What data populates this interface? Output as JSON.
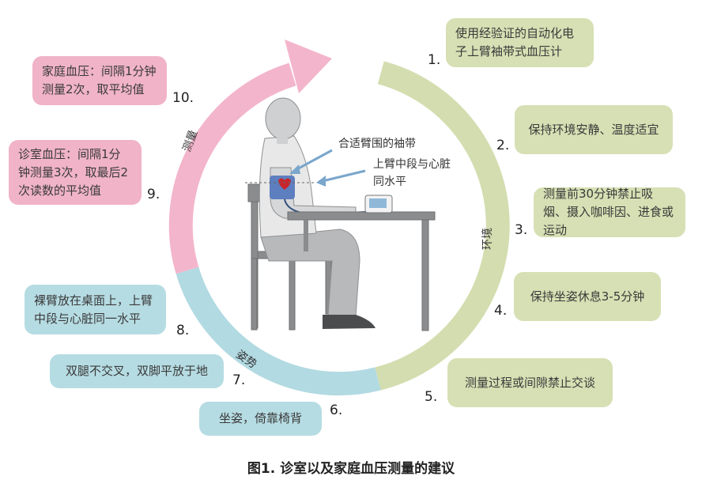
{
  "caption": "图1. 诊室以及家庭血压测量的建议",
  "colors": {
    "environment": "#d6e0b4",
    "posture": "#b6dce3",
    "measurement": "#f0b3c8",
    "ring_green": "#d3ddaf",
    "ring_blue": "#b2dae2",
    "ring_pink": "#f3b5cb"
  },
  "arc_labels": {
    "environment": "环境",
    "posture": "姿势",
    "measurement": "测量"
  },
  "steps": [
    {
      "num": "1.",
      "text": "使用经验证的自动化电子上臂袖带式血压计",
      "group": "environment"
    },
    {
      "num": "2.",
      "text": "保持环境安静、温度适宜",
      "group": "environment"
    },
    {
      "num": "3.",
      "text": "测量前30分钟禁止吸烟、摄入咖啡因、进食或运动",
      "group": "environment"
    },
    {
      "num": "4.",
      "text": "保持坐姿休息3-5分钟",
      "group": "environment"
    },
    {
      "num": "5.",
      "text": "测量过程或间隙禁止交谈",
      "group": "environment"
    },
    {
      "num": "6.",
      "text": "坐姿，倚靠椅背",
      "group": "posture"
    },
    {
      "num": "7.",
      "text": "双腿不交叉，双脚平放于地",
      "group": "posture"
    },
    {
      "num": "8.",
      "text": "裸臂放在桌面上，上臂中段与心脏同一水平",
      "group": "posture"
    },
    {
      "num": "9.",
      "text": "诊室血压：间隔1分钟测量3次，取最后2次读数的平均值",
      "group": "measurement"
    },
    {
      "num": "10.",
      "text": "家庭血压：间隔1分钟测量2次，取平均值",
      "group": "measurement"
    }
  ],
  "callouts": {
    "cuff": "合适臂围的袖带",
    "level_line1": "上臂中段与心脏",
    "level_line2": "同水平"
  }
}
